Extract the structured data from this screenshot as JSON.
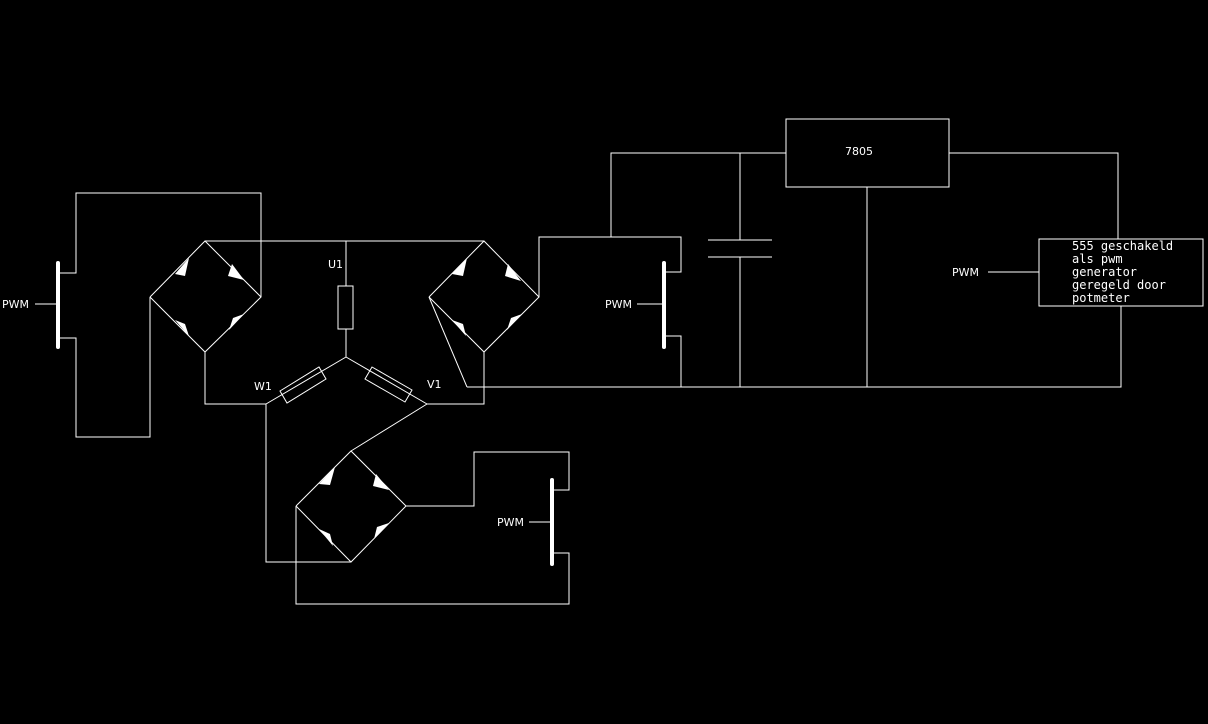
{
  "colors": {
    "background": "#000000",
    "foreground": "#ffffff"
  },
  "labels": {
    "pwm_left": "PWM",
    "pwm_mid": "PWM",
    "pwm_bottom": "PWM",
    "pwm_right": "PWM",
    "u1": "U1",
    "v1": "V1",
    "w1": "W1",
    "regulator": "7805"
  },
  "note_555": [
    "555 geschakeld",
    "als pwm",
    "generator",
    "geregeld door",
    "potmeter"
  ]
}
